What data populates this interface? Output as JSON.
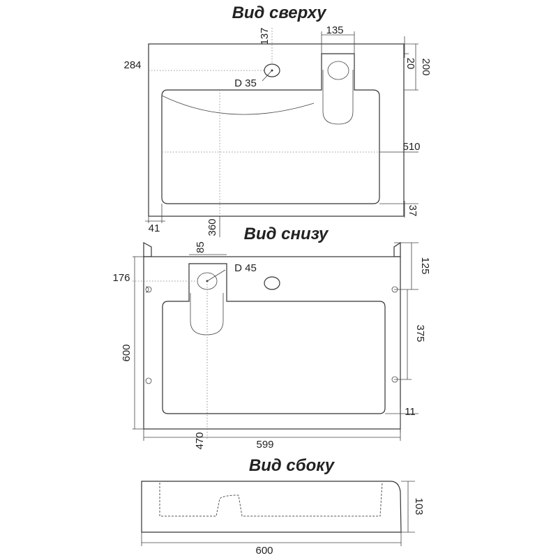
{
  "views": {
    "top": {
      "title": "Вид сверху",
      "dims": {
        "d137": "137",
        "d135": "135",
        "d284": "284",
        "d20": "20",
        "d200": "200",
        "hole": "D 35",
        "d510": "510",
        "d37": "37",
        "d41": "41",
        "d360": "360"
      }
    },
    "bottom": {
      "title": "Вид снизу",
      "dims": {
        "d85": "85",
        "hole": "D 45",
        "d125": "125",
        "d176": "176",
        "d375": "375",
        "d600": "600",
        "d11": "11",
        "d470": "470",
        "d599": "599"
      }
    },
    "side": {
      "title": "Вид сбоку",
      "dims": {
        "d103": "103",
        "d600": "600"
      }
    }
  }
}
